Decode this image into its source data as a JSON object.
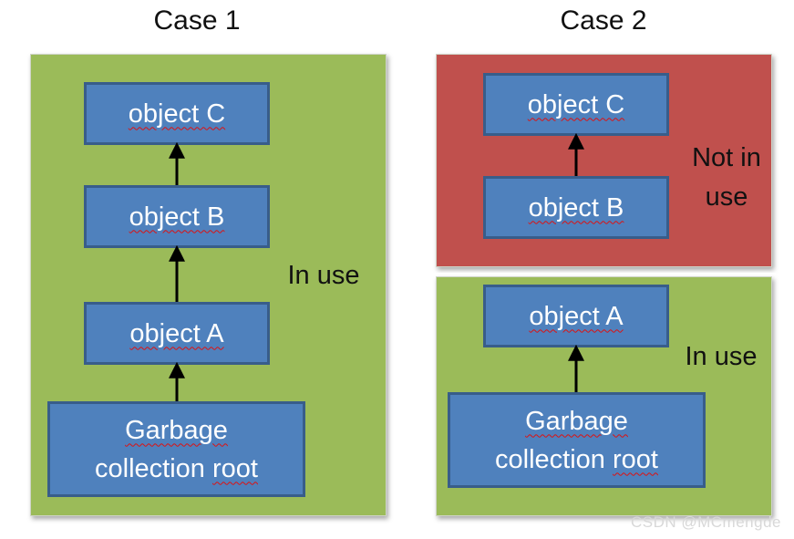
{
  "case1": {
    "title": "Case 1",
    "object_c": "object C",
    "object_b": "object B",
    "object_a": "object A",
    "root_line1": "Garbage",
    "root_line2_a": "collection ",
    "root_line2_b": "root",
    "status": "In use",
    "color": "#9bbb59"
  },
  "case2": {
    "title": "Case 2",
    "object_c": "object C",
    "object_b": "object B",
    "object_a": "object A",
    "root_line1": "Garbage",
    "root_line2_a": "collection ",
    "root_line2_b": "root",
    "status_not_line1": "Not in",
    "status_not_line2": "use",
    "status_in": "In use",
    "not_in_use_color": "#c0504d",
    "in_use_color": "#9bbb59"
  },
  "box_color": "#4f81bd",
  "watermark": "CSDN @MCmengde"
}
